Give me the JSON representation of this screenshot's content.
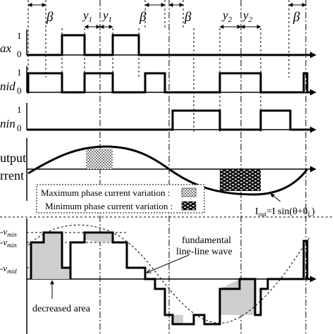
{
  "labels": {
    "beta": "β",
    "y1": "y",
    "y1_sub": "1",
    "y2": "y",
    "y2_sub": "2",
    "vmax_cut": "ax",
    "vmid_cut": "nid",
    "vmin_cut": "nin",
    "one": "1",
    "zero": "0",
    "output_line1": "utput",
    "output_line2": "rrent",
    "legend_max": "Maximum phase current variation :",
    "legend_min": "Minimum phase current variation :",
    "iout_formula": "I",
    "iout_sub": "out",
    "iout_rest": "=I sin(θ+θ",
    "iout_sub2": "L",
    "iout_close": ")",
    "fundamental_1": "fundamental",
    "fundamental_2": "line-line wave",
    "decreased_area": "decreased area",
    "neg_vmin": "-v",
    "neg_vmin_sub": "min",
    "neg_vmax_partial": "-v",
    "neg_vmax_partial_sub": "min",
    "neg_vmid": "-v",
    "neg_vmid_sub": "mid"
  },
  "colors": {
    "ink": "#000000",
    "gray_area": "#cfcfcf",
    "hatch_max": "#9a9a9a",
    "hatch_min": "#111111"
  }
}
